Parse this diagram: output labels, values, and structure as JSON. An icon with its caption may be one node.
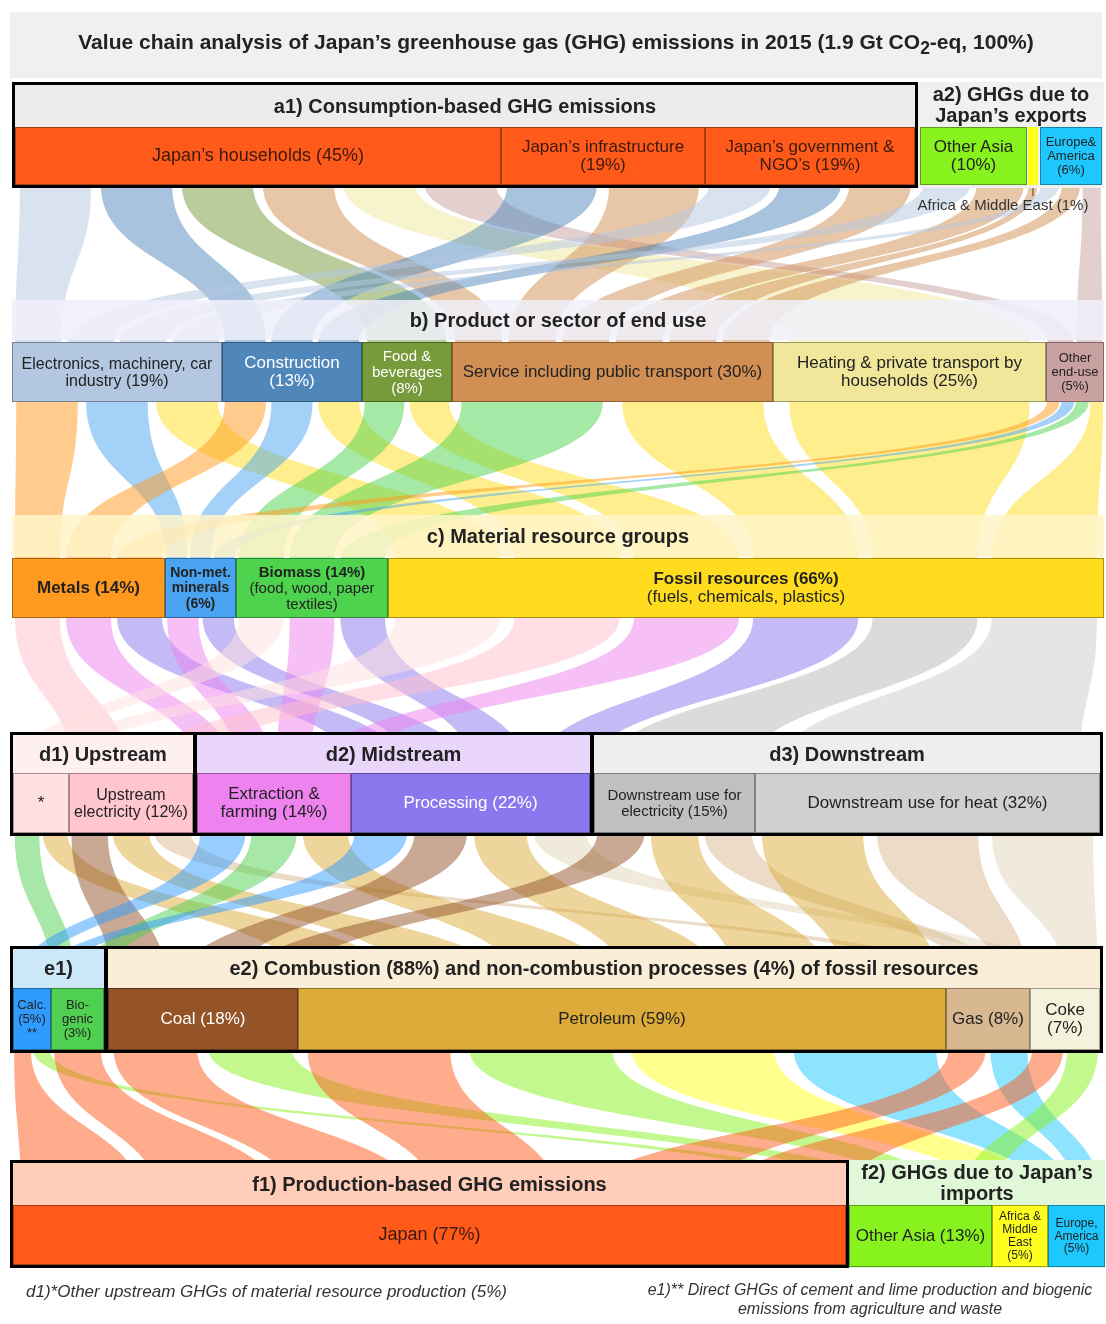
{
  "diagram": {
    "title": "Value chain analysis of Japan’s greenhouse gas (GHG) emissions in 2015 (1.9 Gt CO$_{2}$-eq, 100%)",
    "nodes": [
      {
        "text": [
          "a1) Consumption-based GHG emissions"
        ]
      },
      {
        "text": [
          "Japan’s households (45%)"
        ],
        "in": 0
      },
      {
        "text": [
          "Japan’s infrastructure (19%)"
        ],
        "in": 0
      },
      {
        "text": [
          "Japan’s government & NGO’s (19%)"
        ],
        "in": 0
      },
      {
        "text": [
          "a2) GHGs due to Japan’s exports"
        ]
      },
      {
        "text": [
          "Other Asia (10%)"
        ],
        "in": 4
      },
      {
        "text": [],
        "shape": "bar",
        "in": 4
      },
      {
        "text": [
          "Africa & Middle East (1%)"
        ]
      },
      {
        "text": [
          "Europe& America (6%)"
        ],
        "in": 4
      },
      {
        "text": [
          "Electronics, machinery, car industry (19%)"
        ]
      },
      {
        "text": [
          "Construction (13%)"
        ]
      },
      {
        "text": [
          "Food & beverages (8%)"
        ]
      },
      {
        "text": [
          "Service including public transport (30%)"
        ]
      },
      {
        "text": [
          "Heating & private transport by households (25%)"
        ]
      },
      {
        "text": [
          "Other end-use (5%)"
        ]
      },
      {
        "text": [
          "Metals (14%)"
        ]
      },
      {
        "text": [
          "Non-met. minerals (6%)"
        ]
      },
      {
        "text": [
          "Biomass (14%)",
          "(food, wood, paper textiles)"
        ]
      },
      {
        "text": [
          "Fossil resources (66%)",
          "(fuels, chemicals, plastics)"
        ]
      },
      {
        "text": [
          "d1) Upstream"
        ]
      },
      {
        "text": [
          "*"
        ],
        "in": 19
      },
      {
        "text": [
          "Upstream electricity (12%)"
        ],
        "in": 19
      },
      {
        "text": [
          "d2) Midstream"
        ]
      },
      {
        "text": [
          "Extraction & farming (14%)"
        ],
        "in": 22
      },
      {
        "text": [
          "Processing (22%)"
        ],
        "in": 22
      },
      {
        "text": [
          "d3) Downstream"
        ]
      },
      {
        "text": [
          "Downstream use for electricity (15%)"
        ],
        "in": 25
      },
      {
        "text": [
          "Downstream use for heat (32%)"
        ],
        "in": 25
      },
      {
        "text": [
          "e1)"
        ]
      },
      {
        "text": [
          "Calc. (5%) **"
        ],
        "in": 28
      },
      {
        "text": [
          "Bio-genic (3%)"
        ],
        "in": 28
      },
      {
        "text": [
          "e2) Combustion (88%) and non-combustion processes (4%) of fossil resources"
        ]
      },
      {
        "text": [
          "Coal (18%)"
        ],
        "in": 31
      },
      {
        "text": [
          "Petroleum (59%)"
        ],
        "in": 31
      },
      {
        "text": [
          "Gas (8%)"
        ],
        "in": 31
      },
      {
        "text": [
          "Coke (7%)"
        ],
        "in": 31
      },
      {
        "text": [
          "f1) Production-based GHG emissions"
        ]
      },
      {
        "text": [
          "Japan (77%)"
        ],
        "in": 36
      },
      {
        "text": [
          "f2) GHGs due to Japan’s imports"
        ]
      },
      {
        "text": [
          "Other Asia (13%)"
        ],
        "in": 38
      },
      {
        "text": [
          "Africa & Middle East (5%)"
        ],
        "in": 38
      },
      {
        "text": [
          "Europe, America (5%)"
        ],
        "in": 38
      }
    ],
    "edges": [
      {
        "from": 7,
        "to": 6,
        "arrow": "none"
      },
      {
        "from": 1,
        "to": 9,
        "arrow": "none",
        "style": "thick",
        "color": "#b4c7e0"
      },
      {
        "from": 1,
        "to": 10,
        "arrow": "none",
        "style": "thick",
        "color": "#4f87bb"
      },
      {
        "from": 1,
        "to": 11,
        "arrow": "none",
        "style": "thick",
        "color": "#779a3a"
      },
      {
        "from": 1,
        "to": 12,
        "arrow": "none",
        "style": "thick",
        "color": "#d18f54"
      },
      {
        "from": 1,
        "to": 13,
        "arrow": "none",
        "style": "thick",
        "color": "#f0e79a"
      },
      {
        "from": 1,
        "to": 14,
        "arrow": "none",
        "style": "thick",
        "color": "#c9a0a0"
      },
      {
        "from": 2,
        "to": 10,
        "arrow": "none",
        "style": "thick",
        "color": "#4f87bb"
      },
      {
        "from": 2,
        "to": 12,
        "arrow": "none",
        "style": "thick",
        "color": "#d18f54"
      },
      {
        "from": 3,
        "to": 12,
        "arrow": "none",
        "style": "thick",
        "color": "#d18f54"
      },
      {
        "from": 3,
        "to": 9,
        "arrow": "none",
        "style": "thick",
        "color": "#b4c7e0"
      },
      {
        "from": 3,
        "to": 10,
        "arrow": "none",
        "style": "thick",
        "color": "#4f87bb"
      },
      {
        "from": 5,
        "to": 9,
        "arrow": "none",
        "style": "thick",
        "color": "#b4c7e0"
      },
      {
        "from": 5,
        "to": 12,
        "arrow": "none",
        "style": "thick",
        "color": "#d18f54"
      },
      {
        "from": 6,
        "to": 12,
        "arrow": "none",
        "style": "thick",
        "color": "#d18f54"
      },
      {
        "from": 8,
        "to": 9,
        "arrow": "none",
        "style": "thick",
        "color": "#b4c7e0"
      },
      {
        "from": 8,
        "to": 12,
        "arrow": "none",
        "style": "thick",
        "color": "#d18f54"
      },
      {
        "from": 8,
        "to": 14,
        "arrow": "none",
        "style": "thick",
        "color": "#c9a0a0"
      },
      {
        "from": 9,
        "to": 15,
        "arrow": "none",
        "style": "thick",
        "color": "#ff9a1e"
      },
      {
        "from": 9,
        "to": 16,
        "arrow": "none",
        "style": "thick",
        "color": "#4aa3f0"
      },
      {
        "from": 9,
        "to": 18,
        "arrow": "none",
        "style": "thick",
        "color": "#ffdd1e"
      },
      {
        "from": 10,
        "to": 15,
        "arrow": "none",
        "style": "thick",
        "color": "#ff9a1e"
      },
      {
        "from": 10,
        "to": 16,
        "arrow": "none",
        "style": "thick",
        "color": "#4aa3f0"
      },
      {
        "from": 10,
        "to": 18,
        "arrow": "none",
        "style": "thick",
        "color": "#ffdd1e"
      },
      {
        "from": 11,
        "to": 17,
        "arrow": "none",
        "style": "thick",
        "color": "#4ed34e"
      },
      {
        "from": 11,
        "to": 18,
        "arrow": "none",
        "style": "thick",
        "color": "#ffdd1e"
      },
      {
        "from": 12,
        "to": 17,
        "arrow": "none",
        "style": "thick",
        "color": "#4ed34e"
      },
      {
        "from": 12,
        "to": 18,
        "arrow": "none",
        "style": "thick",
        "color": "#ffdd1e"
      },
      {
        "from": 13,
        "to": 18,
        "arrow": "none",
        "style": "thick",
        "color": "#ffdd1e"
      },
      {
        "from": 14,
        "to": 15,
        "arrow": "none",
        "style": "thick",
        "color": "#ff9a1e"
      },
      {
        "from": 14,
        "to": 16,
        "arrow": "none",
        "style": "thick",
        "color": "#4aa3f0"
      },
      {
        "from": 14,
        "to": 17,
        "arrow": "none",
        "style": "thick",
        "color": "#4ed34e"
      },
      {
        "from": 14,
        "to": 18,
        "arrow": "none",
        "style": "thick",
        "color": "#ffdd1e"
      },
      {
        "from": 15,
        "to": 21,
        "arrow": "none",
        "style": "thick",
        "color": "#ffc0cb"
      },
      {
        "from": 15,
        "to": 23,
        "arrow": "none",
        "style": "thick",
        "color": "#ee82ee"
      },
      {
        "from": 15,
        "to": 24,
        "arrow": "none",
        "style": "thick",
        "color": "#8a78ee"
      },
      {
        "from": 16,
        "to": 23,
        "arrow": "none",
        "style": "thick",
        "color": "#ee82ee"
      },
      {
        "from": 16,
        "to": 24,
        "arrow": "none",
        "style": "thick",
        "color": "#8a78ee"
      },
      {
        "from": 17,
        "to": 20,
        "arrow": "none",
        "style": "thick",
        "color": "#ffe0e0"
      },
      {
        "from": 17,
        "to": 23,
        "arrow": "none",
        "style": "thick",
        "color": "#ee82ee"
      },
      {
        "from": 17,
        "to": 24,
        "arrow": "none",
        "style": "thick",
        "color": "#8a78ee"
      },
      {
        "from": 18,
        "to": 20,
        "arrow": "none",
        "style": "thick",
        "color": "#ffe0e0"
      },
      {
        "from": 18,
        "to": 21,
        "arrow": "none",
        "style": "thick",
        "color": "#ffc0cb"
      },
      {
        "from": 18,
        "to": 23,
        "arrow": "none",
        "style": "thick",
        "color": "#ee82ee"
      },
      {
        "from": 18,
        "to": 24,
        "arrow": "none",
        "style": "thick",
        "color": "#8a78ee"
      },
      {
        "from": 18,
        "to": 26,
        "arrow": "none",
        "style": "thick",
        "color": "#b8b8b8"
      },
      {
        "from": 18,
        "to": 27,
        "arrow": "none",
        "style": "thick",
        "color": "#cccccc"
      },
      {
        "from": 20,
        "to": 30,
        "arrow": "none",
        "style": "thick",
        "color": "#50d050"
      },
      {
        "from": 20,
        "to": 33,
        "arrow": "none",
        "style": "thick",
        "color": "#dcab3a"
      },
      {
        "from": 21,
        "to": 32,
        "arrow": "none",
        "style": "thick",
        "color": "#945428"
      },
      {
        "from": 21,
        "to": 33,
        "arrow": "none",
        "style": "thick",
        "color": "#dcab3a"
      },
      {
        "from": 21,
        "to": 34,
        "arrow": "none",
        "style": "thick",
        "color": "#d8b890"
      },
      {
        "from": 23,
        "to": 29,
        "arrow": "none",
        "style": "thick",
        "color": "#2f9bff"
      },
      {
        "from": 23,
        "to": 30,
        "arrow": "none",
        "style": "thick",
        "color": "#50d050"
      },
      {
        "from": 23,
        "to": 33,
        "arrow": "none",
        "style": "thick",
        "color": "#dcab3a"
      },
      {
        "from": 24,
        "to": 29,
        "arrow": "none",
        "style": "thick",
        "color": "#2f9bff"
      },
      {
        "from": 24,
        "to": 32,
        "arrow": "none",
        "style": "thick",
        "color": "#945428"
      },
      {
        "from": 24,
        "to": 33,
        "arrow": "none",
        "style": "thick",
        "color": "#dcab3a"
      },
      {
        "from": 24,
        "to": 35,
        "arrow": "none",
        "style": "thick",
        "color": "#e0d6b8"
      },
      {
        "from": 26,
        "to": 32,
        "arrow": "none",
        "style": "thick",
        "color": "#945428"
      },
      {
        "from": 26,
        "to": 33,
        "arrow": "none",
        "style": "thick",
        "color": "#dcab3a"
      },
      {
        "from": 26,
        "to": 34,
        "arrow": "none",
        "style": "thick",
        "color": "#d8b890"
      },
      {
        "from": 27,
        "to": 33,
        "arrow": "none",
        "style": "thick",
        "color": "#dcab3a"
      },
      {
        "from": 27,
        "to": 34,
        "arrow": "none",
        "style": "thick",
        "color": "#d8b890"
      },
      {
        "from": 27,
        "to": 35,
        "arrow": "none",
        "style": "thick",
        "color": "#e0d6b8"
      },
      {
        "from": 29,
        "to": 37,
        "arrow": "none",
        "style": "thick",
        "color": "#ff5a1a"
      },
      {
        "from": 29,
        "to": 39,
        "arrow": "none",
        "style": "thick",
        "color": "#88f21e"
      },
      {
        "from": 30,
        "to": 37,
        "arrow": "none",
        "style": "thick",
        "color": "#ff5a1a"
      },
      {
        "from": 32,
        "to": 37,
        "arrow": "none",
        "style": "thick",
        "color": "#ff5a1a"
      },
      {
        "from": 32,
        "to": 39,
        "arrow": "none",
        "style": "thick",
        "color": "#88f21e"
      },
      {
        "from": 33,
        "to": 37,
        "arrow": "none",
        "style": "thick",
        "color": "#ff5a1a"
      },
      {
        "from": 33,
        "to": 39,
        "arrow": "none",
        "style": "thick",
        "color": "#88f21e"
      },
      {
        "from": 33,
        "to": 40,
        "arrow": "none",
        "style": "thick",
        "color": "#ffff1e"
      },
      {
        "from": 33,
        "to": 41,
        "arrow": "none",
        "style": "thick",
        "color": "#1ec8ff"
      },
      {
        "from": 34,
        "to": 37,
        "arrow": "none",
        "style": "thick",
        "color": "#ff5a1a"
      },
      {
        "from": 34,
        "to": 41,
        "arrow": "none",
        "style": "thick",
        "color": "#1ec8ff"
      },
      {
        "from": 35,
        "to": 37,
        "arrow": "none",
        "style": "thick",
        "color": "#ff5a1a"
      },
      {
        "from": 35,
        "to": 39,
        "arrow": "none",
        "style": "thick",
        "color": "#88f21e"
      }
    ],
    "labels": [
      "b) Product or sector of end use",
      "c) Material resource groups",
      "d1)*Other upstream GHGs of material resource production (5%)",
      "e1)** Direct GHGs of cement and lime production and biogenic emissions from agriculture and waste"
    ]
  }
}
